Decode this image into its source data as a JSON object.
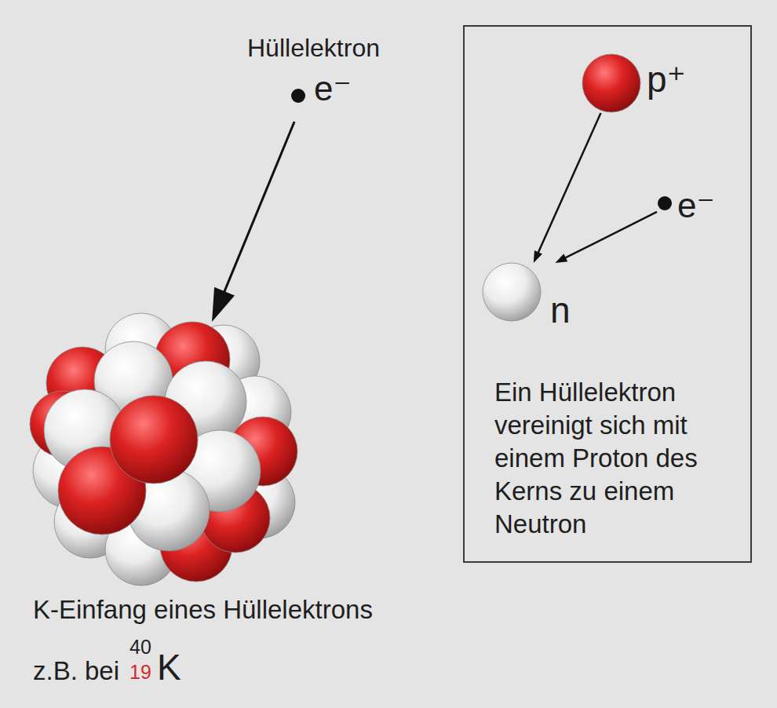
{
  "diagram": {
    "nodes": [
      {
        "text": [
          "Hüllelektron",
          "e⁻"
        ]
      },
      {
        "text": [
          "Ein Hüllelektron vereinigt sich mit einem Proton des Kerns zu einem Neutron"
        ]
      },
      {
        "text": [
          "p⁺"
        ],
        "in": 1
      },
      {
        "text": [
          "e⁻"
        ],
        "in": 1
      },
      {
        "text": [
          "n"
        ],
        "in": 1
      },
      {
        "text": [
          "K-Einfang eines Hüllelektrons"
        ]
      }
    ],
    "edges": [
      {
        "from": 0,
        "to": 5,
        "arrow": "to"
      },
      {
        "from": 2,
        "to": 4,
        "arrow": "to"
      },
      {
        "from": 3,
        "to": 4,
        "arrow": "to"
      }
    ],
    "labels": [
      "z.B. bei",
      "40",
      "19",
      "K"
    ]
  }
}
